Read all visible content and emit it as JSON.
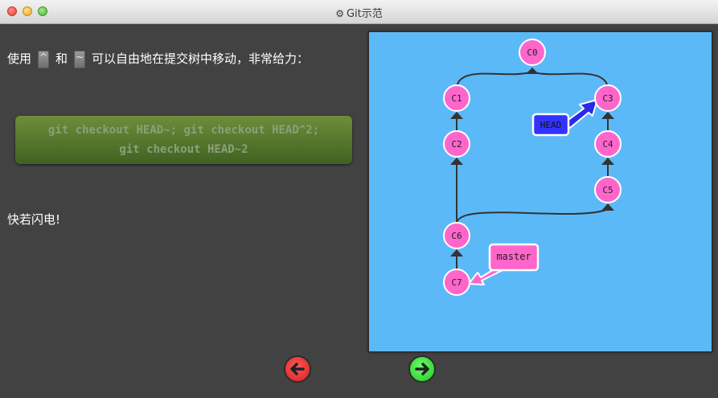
{
  "window": {
    "title": "Git示范",
    "title_icon": "gear-icon"
  },
  "lesson": {
    "line1_a": "使用",
    "key1": "^",
    "line1_b": "和",
    "key2": "~",
    "line1_c": "可以自由地在提交树中移动，非常给力：",
    "command_line1": "git checkout HEAD~; git checkout HEAD^2;",
    "command_line2": "git checkout HEAD~2",
    "line2": "快若闪电!"
  },
  "graph": {
    "commits": [
      "C0",
      "C1",
      "C2",
      "C3",
      "C4",
      "C5",
      "C6",
      "C7"
    ],
    "branches": {
      "head_label": "HEAD",
      "head_target": "C3",
      "master_label": "master",
      "master_target": "C7"
    },
    "colors": {
      "background": "#5cb9f7",
      "commit_fill": "#ff66cc",
      "head_fill": "#3333ff",
      "master_fill": "#ff66cc",
      "edge": "#333333"
    }
  },
  "nav": {
    "back_icon": "arrow-left-icon",
    "forward_icon": "arrow-right-icon",
    "back_color": "#e22a2a",
    "forward_color": "#3ee03e"
  }
}
